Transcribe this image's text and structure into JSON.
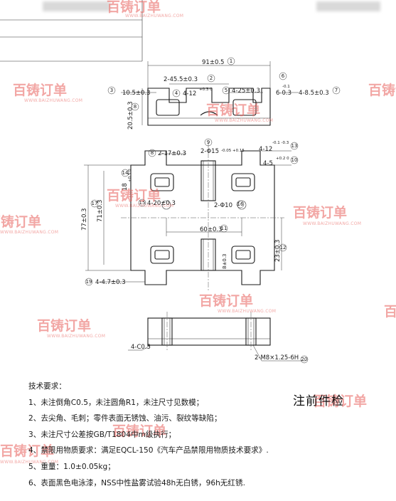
{
  "watermark": {
    "logo_text": "百铸订单",
    "url": "WWW.BAIZHUWANG.COM"
  },
  "drawing": {
    "top_view": {
      "overall_width": "91±0.5",
      "bubble_overall": "1",
      "dim_2x45": "2-45.5±0.3",
      "bubble_2x45": "2",
      "dim_10_5": "10.5±0.3",
      "bubble_10_5": "3",
      "dim_4x12": "4-12",
      "dim_4x12_tol": "+0.3 0",
      "bubble_4x12": "4",
      "dim_4x25": "4-25±0.3",
      "bubble_4x25": "5",
      "dim_6": "6-0.3",
      "dim_6_tol": "-0.1",
      "bubble_6": "6",
      "dim_4x8_5": "4-8.5±0.3",
      "bubble_4x8_5": "7",
      "dim_20_5": "20.5±0.3",
      "bubble_20_5": "8"
    },
    "plan_view": {
      "dim_2x15": "2-Φ15",
      "dim_2x15_tol": "-0.05 +0.15",
      "bubble_2x15": "9",
      "dim_2x17": "2-17±0.3",
      "bubble_2x17": "8",
      "dim_4x12b": "4-12",
      "dim_4x12b_tol": "-0.1 -0.3",
      "bubble_4x12b": "13",
      "dim_4x5": "4-5",
      "dim_4x5_tol": "+0.2 0",
      "bubble_4x5": "10",
      "dim_18": "18",
      "dim_18_tol": "+0.5 0",
      "bubble_18": "14",
      "dim_4x20": "4-20±0.3",
      "bubble_4x20": "15",
      "dim_2x10": "2-Φ10",
      "bubble_2x10": "16",
      "dim_60": "60±0.3",
      "bubble_60": "11",
      "dim_71": "71±0.3",
      "dim_77": "77±0.3",
      "bubble_77": "17",
      "dim_23": "23±0.3",
      "bubble_23": "12",
      "dim_8": "8±0.3",
      "dim_4x4_7": "4-4.7±0.3",
      "bubble_4x4_7": "19"
    },
    "side_view": {
      "chamfer": "4-C0.5",
      "thread": "2-M8×1.25-6H",
      "bubble_thread": "20"
    }
  },
  "notes": {
    "title": "技术要求：",
    "items": [
      "1、未注倒角C0.5，未注圆角R1，未注尺寸见数模；",
      "2、去尖角、毛刺；零件表面无锈蚀、油污、裂纹等缺陷；",
      "3、未注尺寸公差按GB/T1804中m级执行；",
      "4、禁限用物质要求：满足EQCL-150《汽车产品禁限用物质技术要求》.",
      "5、重量：1.0±0.05kg；",
      "6、表面黑色电泳漆，NSS中性盐雾试验48h无白锈，96h无红锈."
    ]
  },
  "stamp": {
    "text": "注前件检"
  }
}
